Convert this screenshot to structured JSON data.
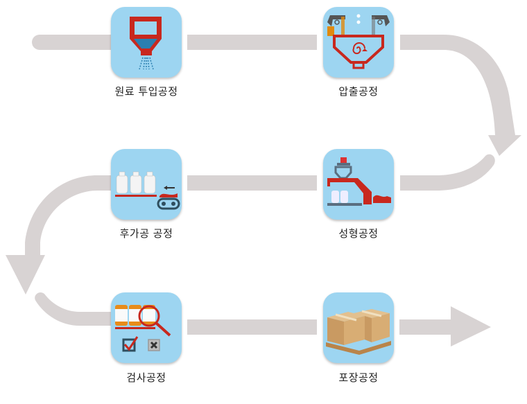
{
  "colors": {
    "arrow": "#d8d3d3",
    "tile": "#9dd5f1",
    "accent_red": "#c8281e",
    "accent_blue": "#2a7fb0"
  },
  "steps": [
    {
      "label": "원료 투입공정",
      "icon": "hopper-icon"
    },
    {
      "label": "압출공정",
      "icon": "extruder-icon"
    },
    {
      "label": "성형공정",
      "icon": "molding-icon"
    },
    {
      "label": "후가공 공정",
      "icon": "post-processing-icon"
    },
    {
      "label": "검사공정",
      "icon": "inspection-icon"
    },
    {
      "label": "포장공정",
      "icon": "packaging-icon"
    }
  ]
}
